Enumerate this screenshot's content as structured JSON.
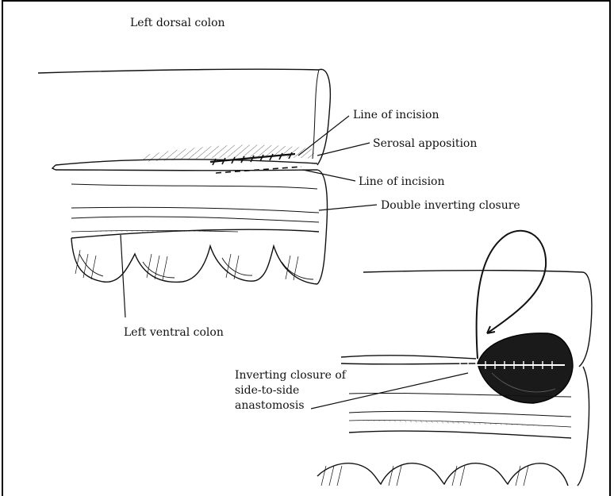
{
  "labels": {
    "left_dorsal_colon": "Left dorsal colon",
    "line_of_incision_upper": "Line of incision",
    "serosal_apposition": "Serosal apposition",
    "line_of_incision_lower": "Line of incision",
    "double_inverting_closure": "Double inverting closure",
    "left_ventral_colon": "Left ventral colon",
    "inverting_closure": "Inverting closure of side-to-side anastomosis"
  }
}
